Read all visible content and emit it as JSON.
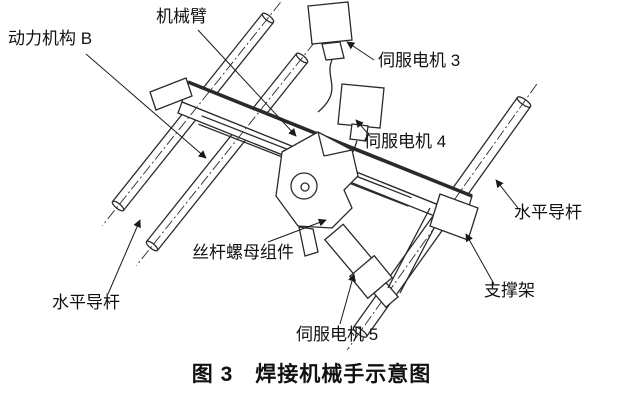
{
  "figure": {
    "caption": "图 3　焊接机械手示意图",
    "labels": {
      "power_mechanism_b": "动力机构 B",
      "mechanical_arm": "机械臂",
      "servo_motor_3": "伺服电机 3",
      "servo_motor_4": "伺服电机 4",
      "horizontal_guide_rod_right": "水平导杆",
      "screw_nut_assembly": "丝杆螺母组件",
      "horizontal_guide_rod_left": "水平导杆",
      "support_frame": "支撑架",
      "servo_motor_5": "伺服电机 5"
    },
    "line_color": "#1a1a1a",
    "background_color": "#ffffff"
  }
}
